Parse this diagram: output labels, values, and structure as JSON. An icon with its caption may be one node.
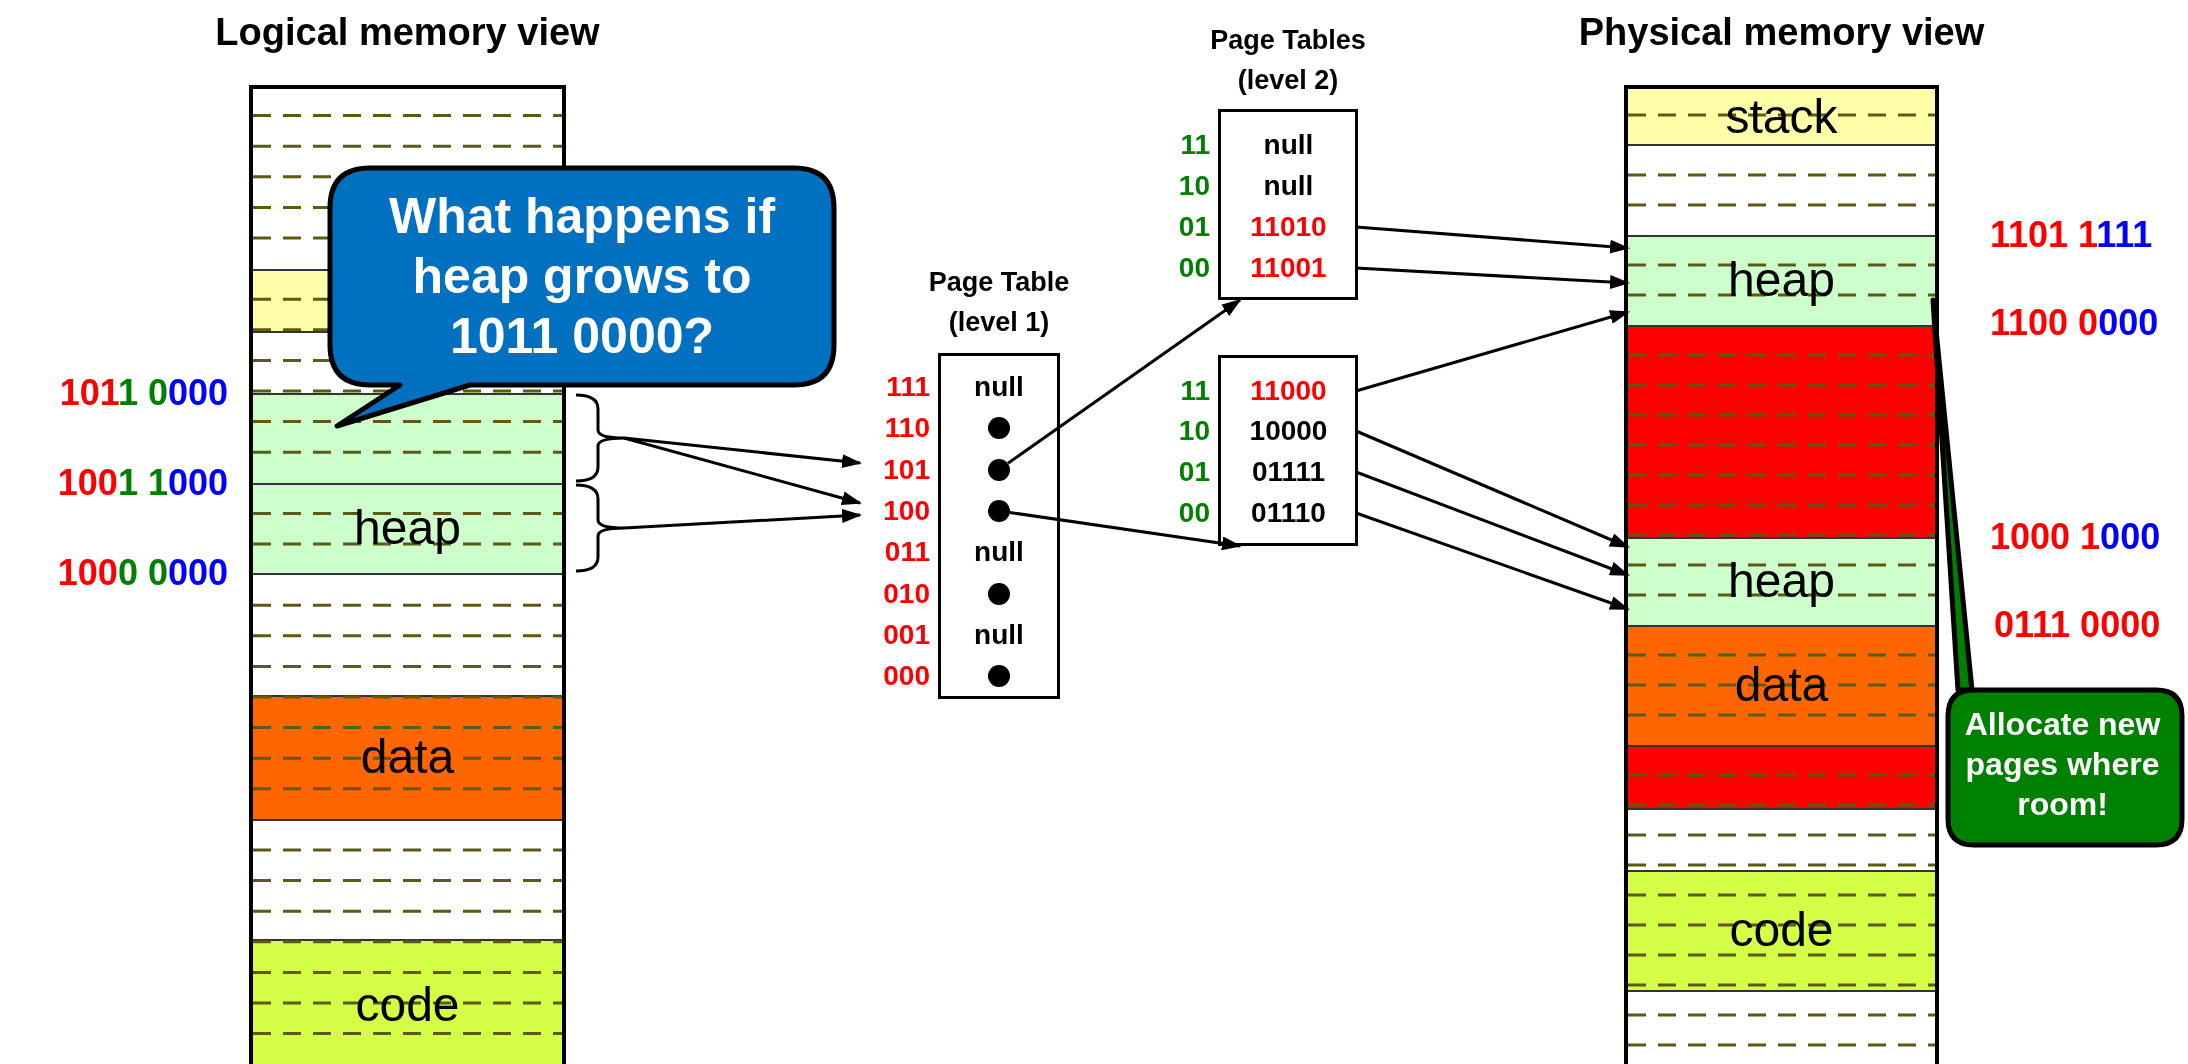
{
  "diagram": {
    "nodes": [
      {
        "text": [
          "Logical memory view"
        ]
      },
      {
        "text": [],
        "shape": "box",
        "in": 0
      },
      {
        "text": [],
        "shape": "box",
        "in": 0
      },
      {
        "text": [],
        "shape": "box",
        "in": 0
      },
      {
        "text": [],
        "shape": "box",
        "in": 0
      },
      {
        "text": [
          "heap"
        ],
        "in": 0
      },
      {
        "text": [],
        "shape": "box",
        "in": 0
      },
      {
        "text": [
          "data"
        ],
        "in": 0
      },
      {
        "text": [],
        "shape": "box",
        "in": 0
      },
      {
        "text": [
          "code"
        ],
        "in": 0
      },
      {
        "text": [
          "What happens if heap grows to 1011 0000?"
        ]
      },
      {
        "text": [],
        "shape": "bracket"
      },
      {
        "text": [],
        "shape": "bracket"
      },
      {
        "text": [
          "Page Table (level 1)"
        ]
      },
      {
        "text": [
          "111",
          "null"
        ],
        "in": 13
      },
      {
        "text": [
          "110"
        ],
        "in": 13
      },
      {
        "text": [
          "101"
        ],
        "in": 13
      },
      {
        "text": [
          "100"
        ],
        "in": 13
      },
      {
        "text": [
          "011",
          "null"
        ],
        "in": 13
      },
      {
        "text": [
          "010"
        ],
        "in": 13
      },
      {
        "text": [
          "001",
          "null"
        ],
        "in": 13
      },
      {
        "text": [
          "000"
        ],
        "in": 13
      },
      {
        "text": [],
        "shape": "box"
      },
      {
        "text": [
          "11",
          "null"
        ],
        "in": 22
      },
      {
        "text": [
          "10",
          "null"
        ],
        "in": 22
      },
      {
        "text": [
          "01",
          "11010"
        ],
        "in": 22
      },
      {
        "text": [
          "00",
          "11001"
        ],
        "in": 22
      },
      {
        "text": [],
        "shape": "box"
      },
      {
        "text": [
          "11",
          "11000"
        ],
        "in": 27
      },
      {
        "text": [
          "10",
          "10000"
        ],
        "in": 27
      },
      {
        "text": [
          "01",
          "01111"
        ],
        "in": 27
      },
      {
        "text": [
          "00",
          "01110"
        ],
        "in": 27
      },
      {
        "text": [
          "Physical memory view"
        ]
      },
      {
        "text": [
          "stack"
        ],
        "in": 32
      },
      {
        "text": [],
        "shape": "box",
        "in": 32
      },
      {
        "text": [
          "heap"
        ],
        "in": 32
      },
      {
        "text": [],
        "shape": "box",
        "in": 32
      },
      {
        "text": [
          "heap"
        ],
        "in": 32
      },
      {
        "text": [
          "data"
        ],
        "in": 32
      },
      {
        "text": [],
        "shape": "box",
        "in": 32
      },
      {
        "text": [],
        "shape": "box",
        "in": 32
      },
      {
        "text": [
          "code"
        ],
        "in": 32
      },
      {
        "text": [],
        "shape": "box",
        "in": 32
      },
      {
        "text": [
          "Allocate new pages where room!"
        ]
      }
    ],
    "edges": [
      {
        "from": 11,
        "to": 16,
        "arrow": "to"
      },
      {
        "from": 11,
        "to": 17,
        "arrow": "to"
      },
      {
        "from": 12,
        "to": 17,
        "arrow": "to"
      },
      {
        "from": 16,
        "to": 22,
        "arrow": "to"
      },
      {
        "from": 17,
        "to": 27,
        "arrow": "to"
      },
      {
        "from": 25,
        "to": 35,
        "arrow": "to"
      },
      {
        "from": 26,
        "to": 35,
        "arrow": "to"
      },
      {
        "from": 28,
        "to": 35,
        "arrow": "to"
      },
      {
        "from": 29,
        "to": 37,
        "arrow": "to"
      },
      {
        "from": 30,
        "to": 37,
        "arrow": "to"
      },
      {
        "from": 31,
        "to": 37,
        "arrow": "to"
      }
    ],
    "labels": [
      "1011 0000",
      "1001 1000",
      "1000 0000",
      "Page Tables (level 2)",
      "1101 1111",
      "1100 0000",
      "1000 1000",
      "0111 0000"
    ]
  }
}
